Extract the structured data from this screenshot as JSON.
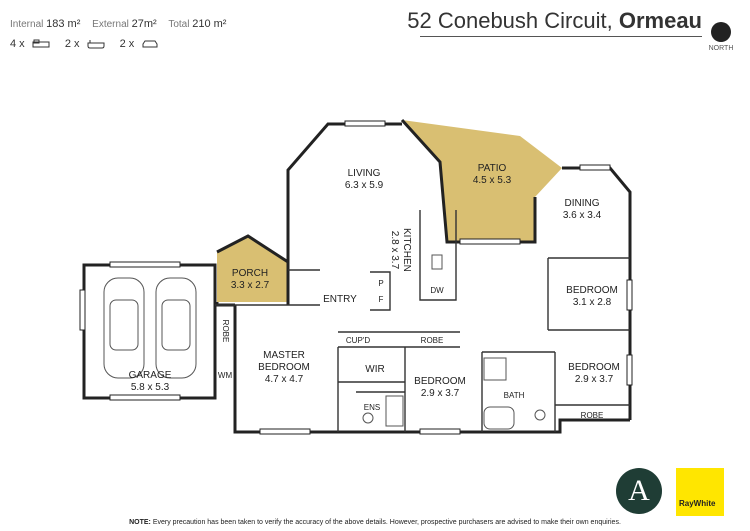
{
  "header": {
    "internal_label": "Internal",
    "internal_value": "183 m²",
    "external_label": "External",
    "external_value": "27m²",
    "total_label": "Total",
    "total_value": "210 m²",
    "address": "52 Conebush Circuit,",
    "suburb": "Ormeau",
    "north_label": "NORTH"
  },
  "features": {
    "bedrooms": "4 x",
    "bathrooms": "2 x",
    "cars": "2 x",
    "bed_icon": "bed-icon",
    "bath_icon": "bath-icon",
    "car_icon": "car-icon"
  },
  "rooms": {
    "living": {
      "name": "LIVING",
      "size": "6.3 x 5.9"
    },
    "patio": {
      "name": "PATIO",
      "size": "4.5 x 5.3"
    },
    "dining": {
      "name": "DINING",
      "size": "3.6 x 3.4"
    },
    "kitchen": {
      "name": "KITCHEN",
      "size": "2.8 x 3.7"
    },
    "porch": {
      "name": "PORCH",
      "size": "3.3 x 2.7"
    },
    "garage": {
      "name": "GARAGE",
      "size": "5.8 x 5.3"
    },
    "master": {
      "name": "MASTER",
      "name2": "BEDROOM",
      "size": "4.7 x 4.7"
    },
    "bedroom2": {
      "name": "BEDROOM",
      "size": "3.1 x 2.8"
    },
    "bedroom3": {
      "name": "BEDROOM",
      "size": "2.9 x 3.7"
    },
    "bedroom4": {
      "name": "BEDROOM",
      "size": "2.9 x 3.7"
    }
  },
  "labels": {
    "entry": "ENTRY",
    "wir": "WIR",
    "ens": "ENS",
    "bath": "BATH",
    "cupd": "CUP'D",
    "robe": "ROBE",
    "wm": "WM",
    "p": "P",
    "f": "F",
    "dw": "DW"
  },
  "disclaimer": {
    "bold": "NOTE:",
    "text": "Every precaution has been taken to verify the accuracy of the above details. However, prospective purchasers are advised to make their own enquiries."
  },
  "brand": {
    "agency": "RayWhite",
    "monogram": "A",
    "agency_color": "#ffe600",
    "monogram_color": "#1f3d35",
    "highlight_color": "#d9bf72"
  }
}
